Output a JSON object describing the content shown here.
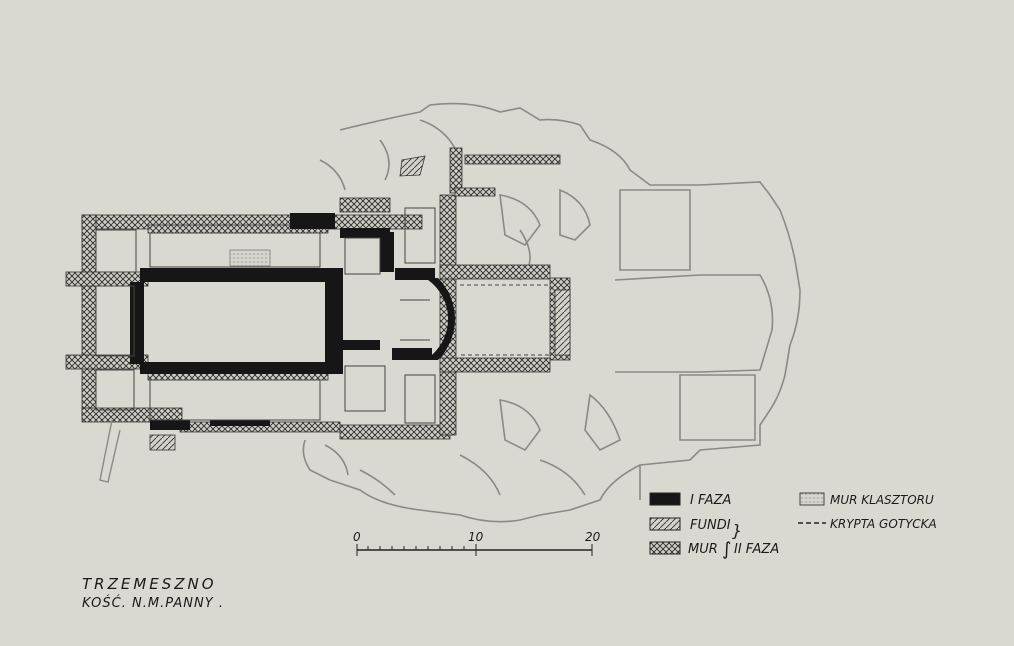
{
  "title": {
    "line1": "TRZEMESZNO",
    "line2": "KOŚĆ. N.M.PANNY ."
  },
  "legend": {
    "items": [
      {
        "label": "I FAZA"
      },
      {
        "label": "FUNDI"
      },
      {
        "label": "MUR"
      },
      {
        "label": "II FAZA"
      },
      {
        "label": "MUR KLASZTORU"
      },
      {
        "label": "KRYPTA GOTYCKA"
      }
    ]
  },
  "scale": {
    "ticks": [
      "0",
      "10",
      "20"
    ]
  },
  "colors": {
    "paper": "#d9d8d1",
    "ink": "#1b1b1b",
    "outline": "#8a8a86"
  }
}
